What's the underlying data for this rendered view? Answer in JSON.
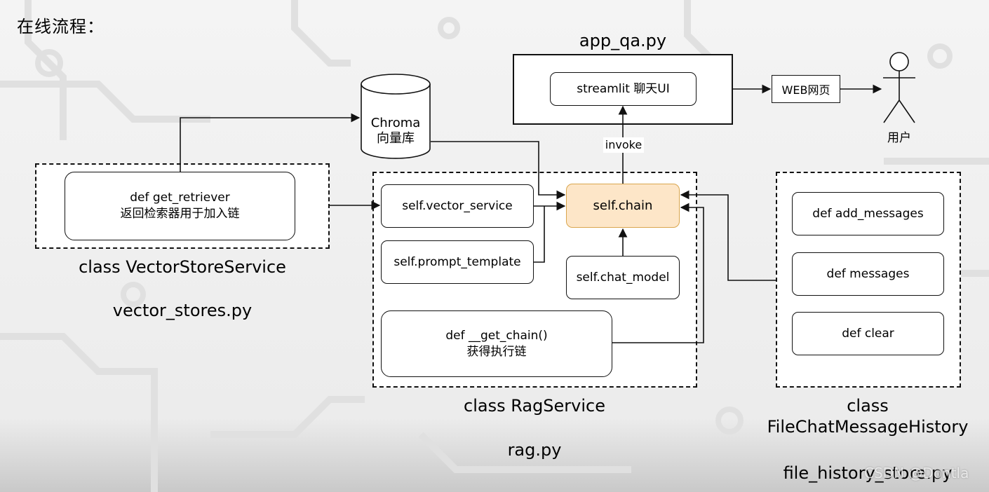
{
  "heading": "在线流程：",
  "app": {
    "file_label": "app_qa.py",
    "ui_label": "streamlit 聊天UI",
    "invoke_label": "invoke",
    "web_label": "WEB网页",
    "user_label": "用户"
  },
  "chroma": {
    "line1": "Chroma",
    "line2": "向量库"
  },
  "vector_store": {
    "method_line1": "def get_retriever",
    "method_line2": "返回检索器用于加入链",
    "class_label": "class VectorStoreService",
    "file_label": "vector_stores.py"
  },
  "rag": {
    "vector_service": "self.vector_service",
    "prompt_template": "self.prompt_template",
    "chain": "self.chain",
    "chat_model": "self.chat_model",
    "get_chain_line1": "def __get_chain()",
    "get_chain_line2": "获得执行链",
    "class_label": "class RagService",
    "file_label": "rag.py"
  },
  "history": {
    "methods": [
      "def add_messages",
      "def messages",
      "def clear"
    ],
    "class_line1": "class",
    "class_line2": "FileChatMessageHistory",
    "file_label": "file_history_store.py"
  },
  "watermark": "CSDN @Dontla",
  "colors": {
    "chain_fill": "#fde6c8",
    "chain_border": "#d9a64e",
    "line": "#111111"
  }
}
